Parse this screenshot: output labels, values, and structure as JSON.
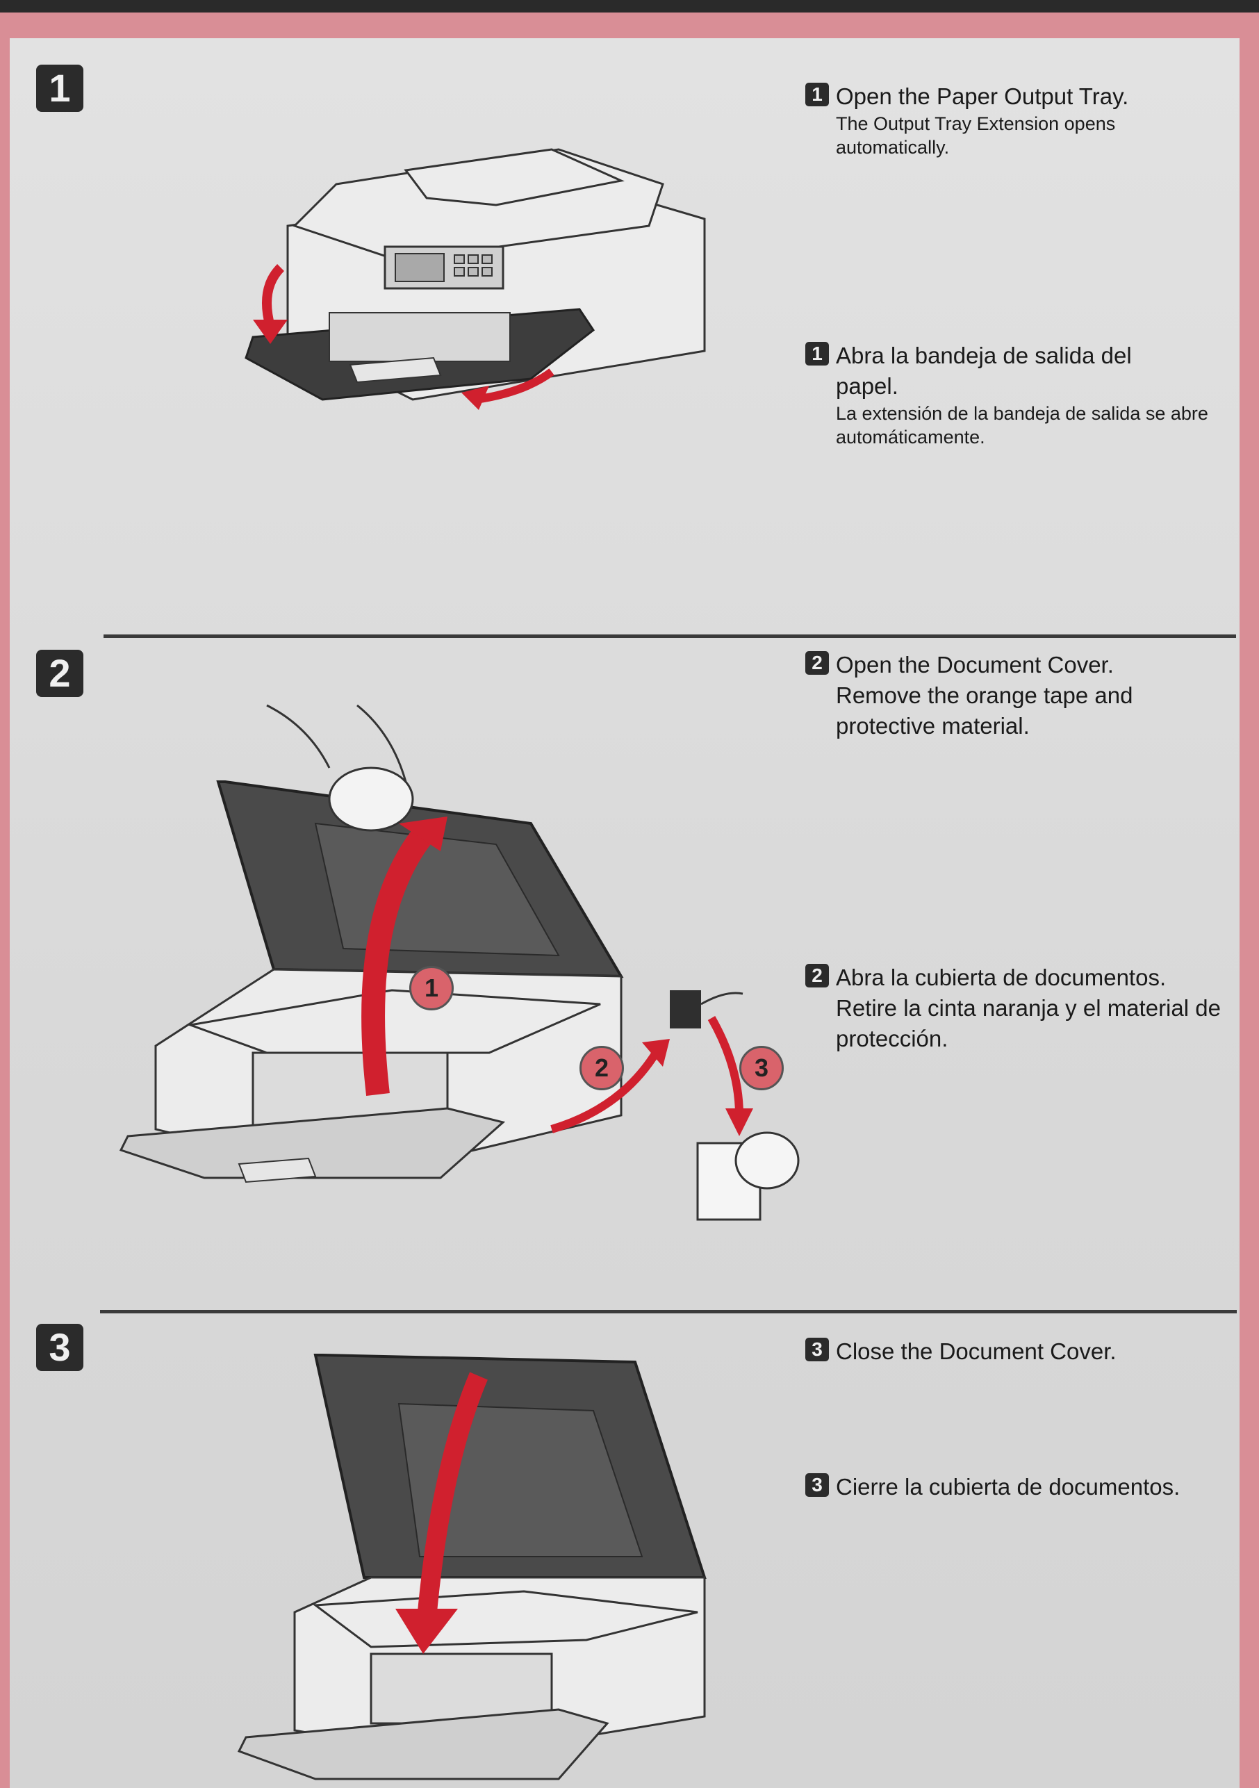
{
  "steps": [
    {
      "number": "1",
      "en_main": "Open the Paper Output Tray.",
      "en_sub": "The Output Tray Extension opens automatically.",
      "es_main": "Abra la bandeja de salida del papel.",
      "es_sub": "La extensión de la bandeja de salida se abre automáticamente."
    },
    {
      "number": "2",
      "en_main": "Open the Document Cover. Remove the orange tape and protective material.",
      "es_main": "Abra la cubierta de documentos. Retire la cinta naranja y el material de protección.",
      "callouts": [
        "1",
        "2",
        "3"
      ]
    },
    {
      "number": "3",
      "en_main": "Close the Document Cover.",
      "es_main": "Cierre la cubierta de documentos."
    }
  ],
  "colors": {
    "arrow": "#d0202e",
    "callout": "#d9636b",
    "badge": "#2b2b2b",
    "paper": "#dcdcdc"
  }
}
